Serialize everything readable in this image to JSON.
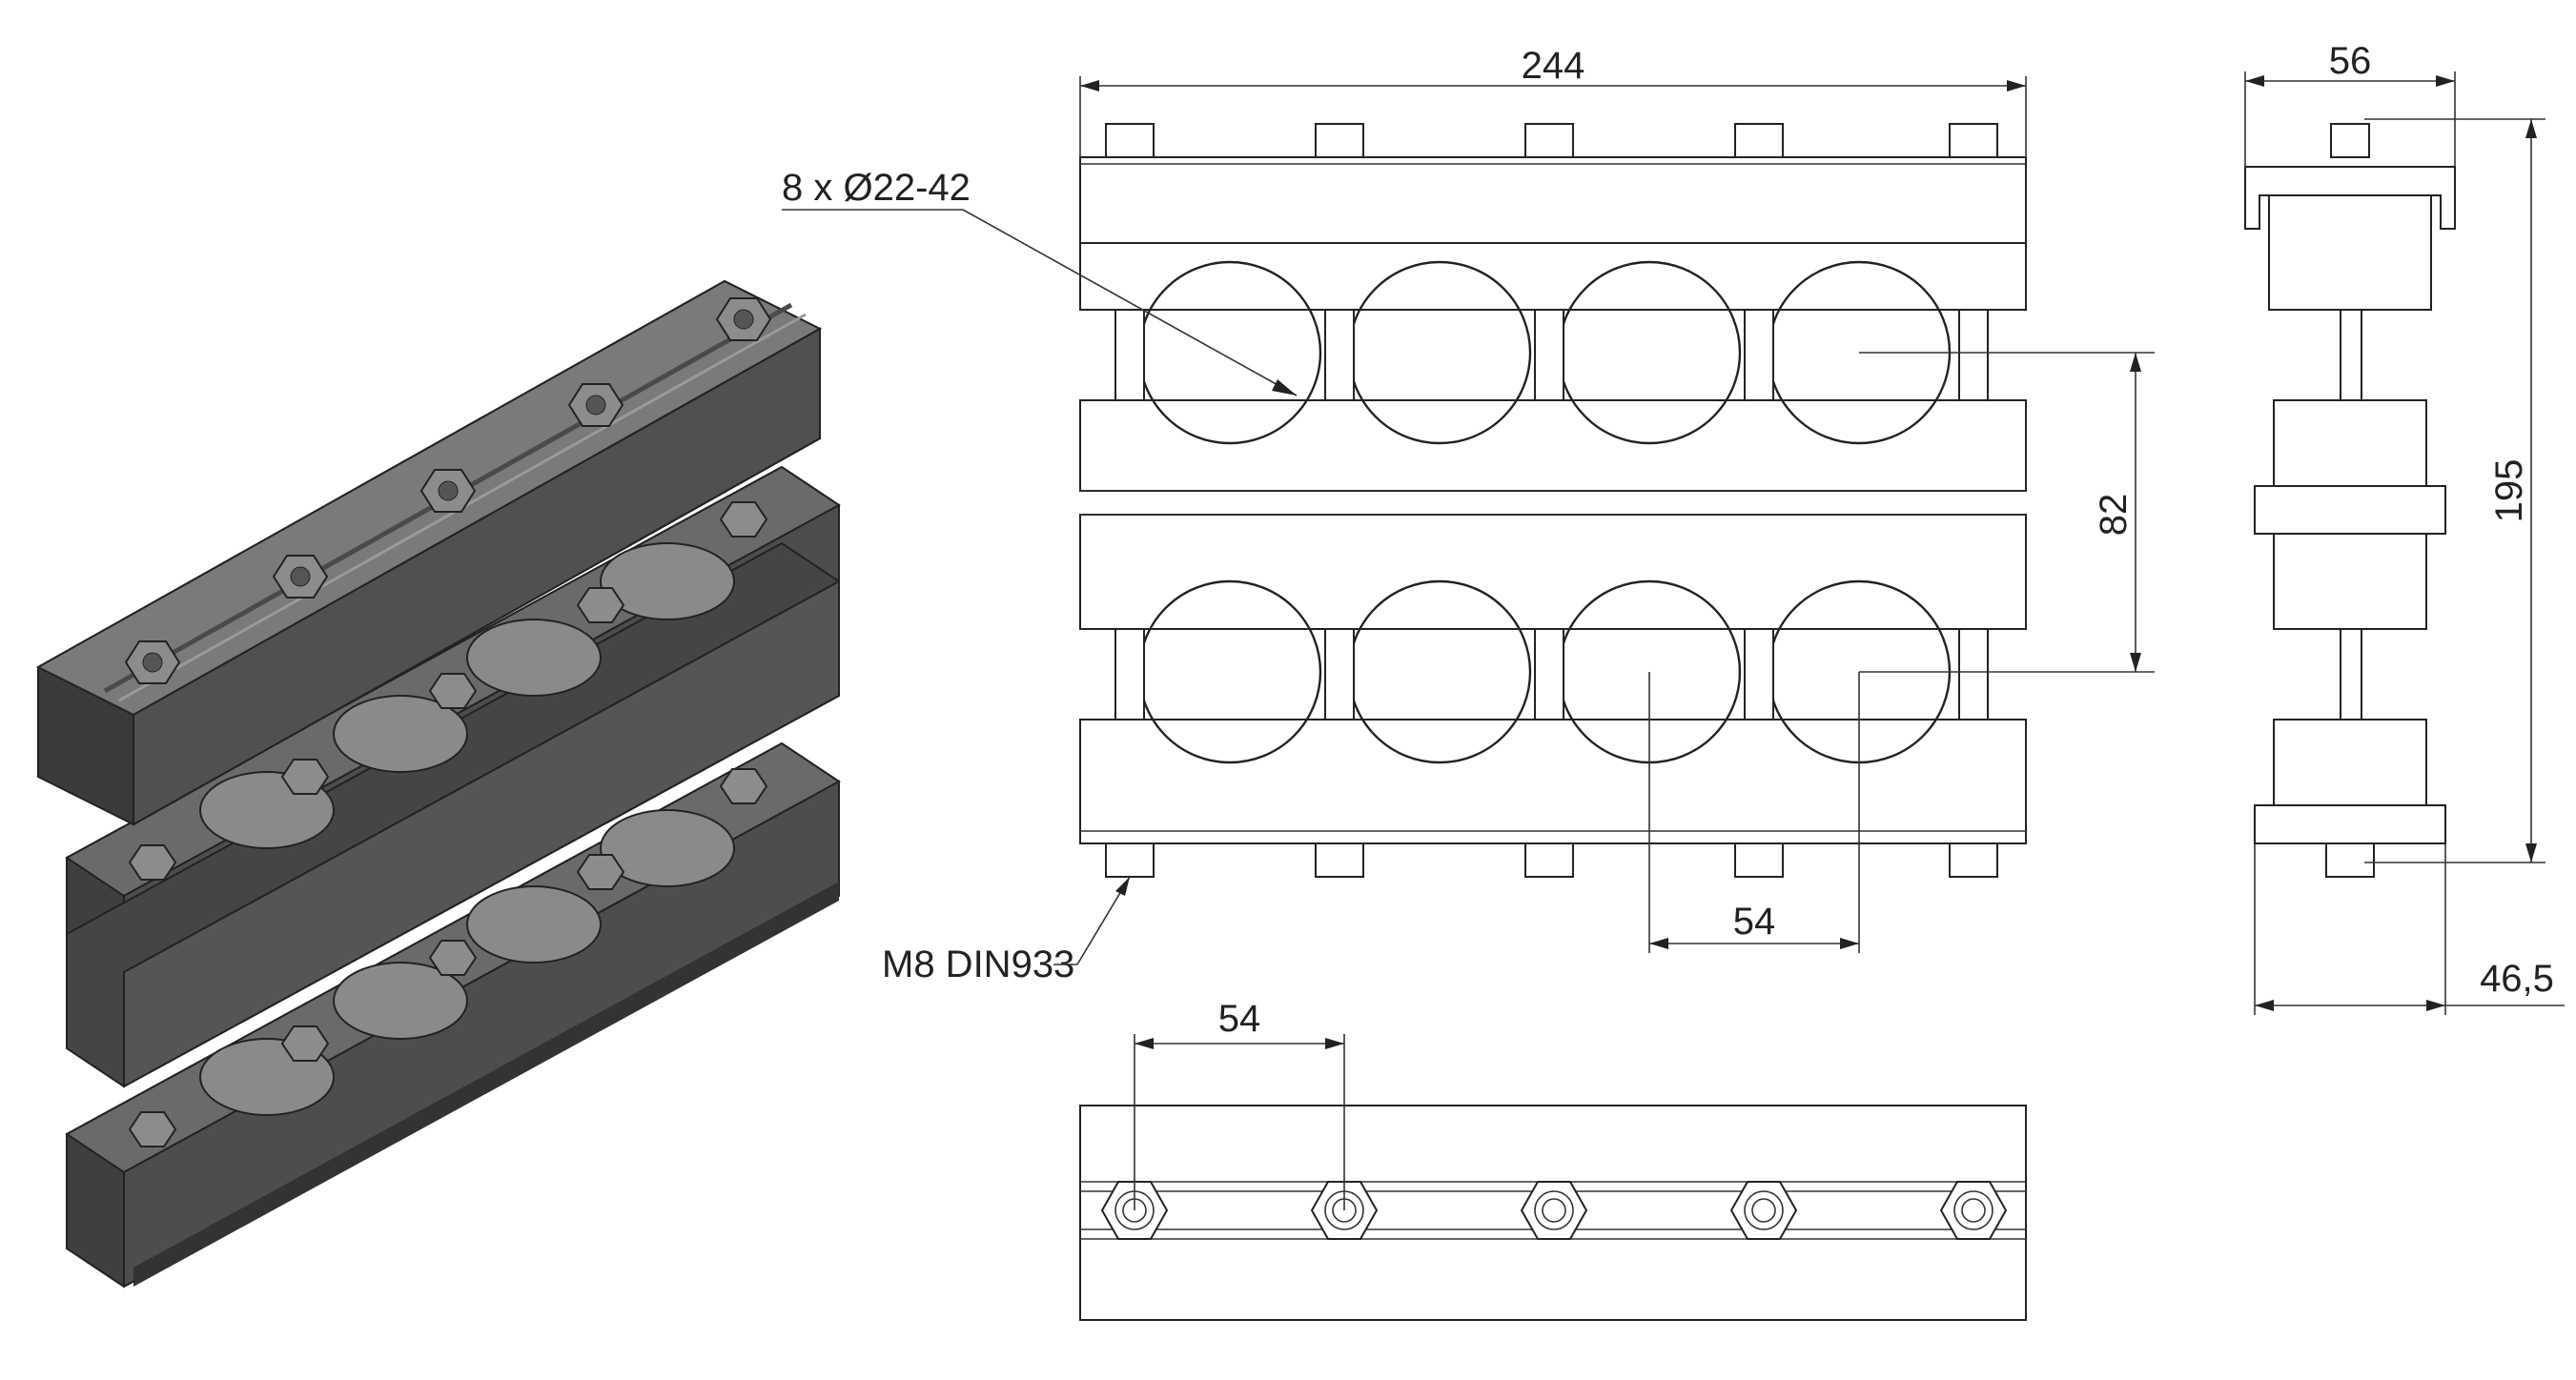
{
  "dimensions": {
    "overall_length": "244",
    "width_top": "56",
    "overall_height": "195",
    "tier_pitch": "82",
    "hole_pitch_front": "54",
    "hole_pitch_top": "54",
    "base_width": "46,5"
  },
  "callouts": {
    "holes": "8 x Ø22-42",
    "bolt": "M8 DIN933"
  },
  "colors": {
    "line": "#222222",
    "render_dark": "#4a4a4a",
    "render_mid": "#6b6b6b",
    "render_light": "#9a9a9a"
  }
}
